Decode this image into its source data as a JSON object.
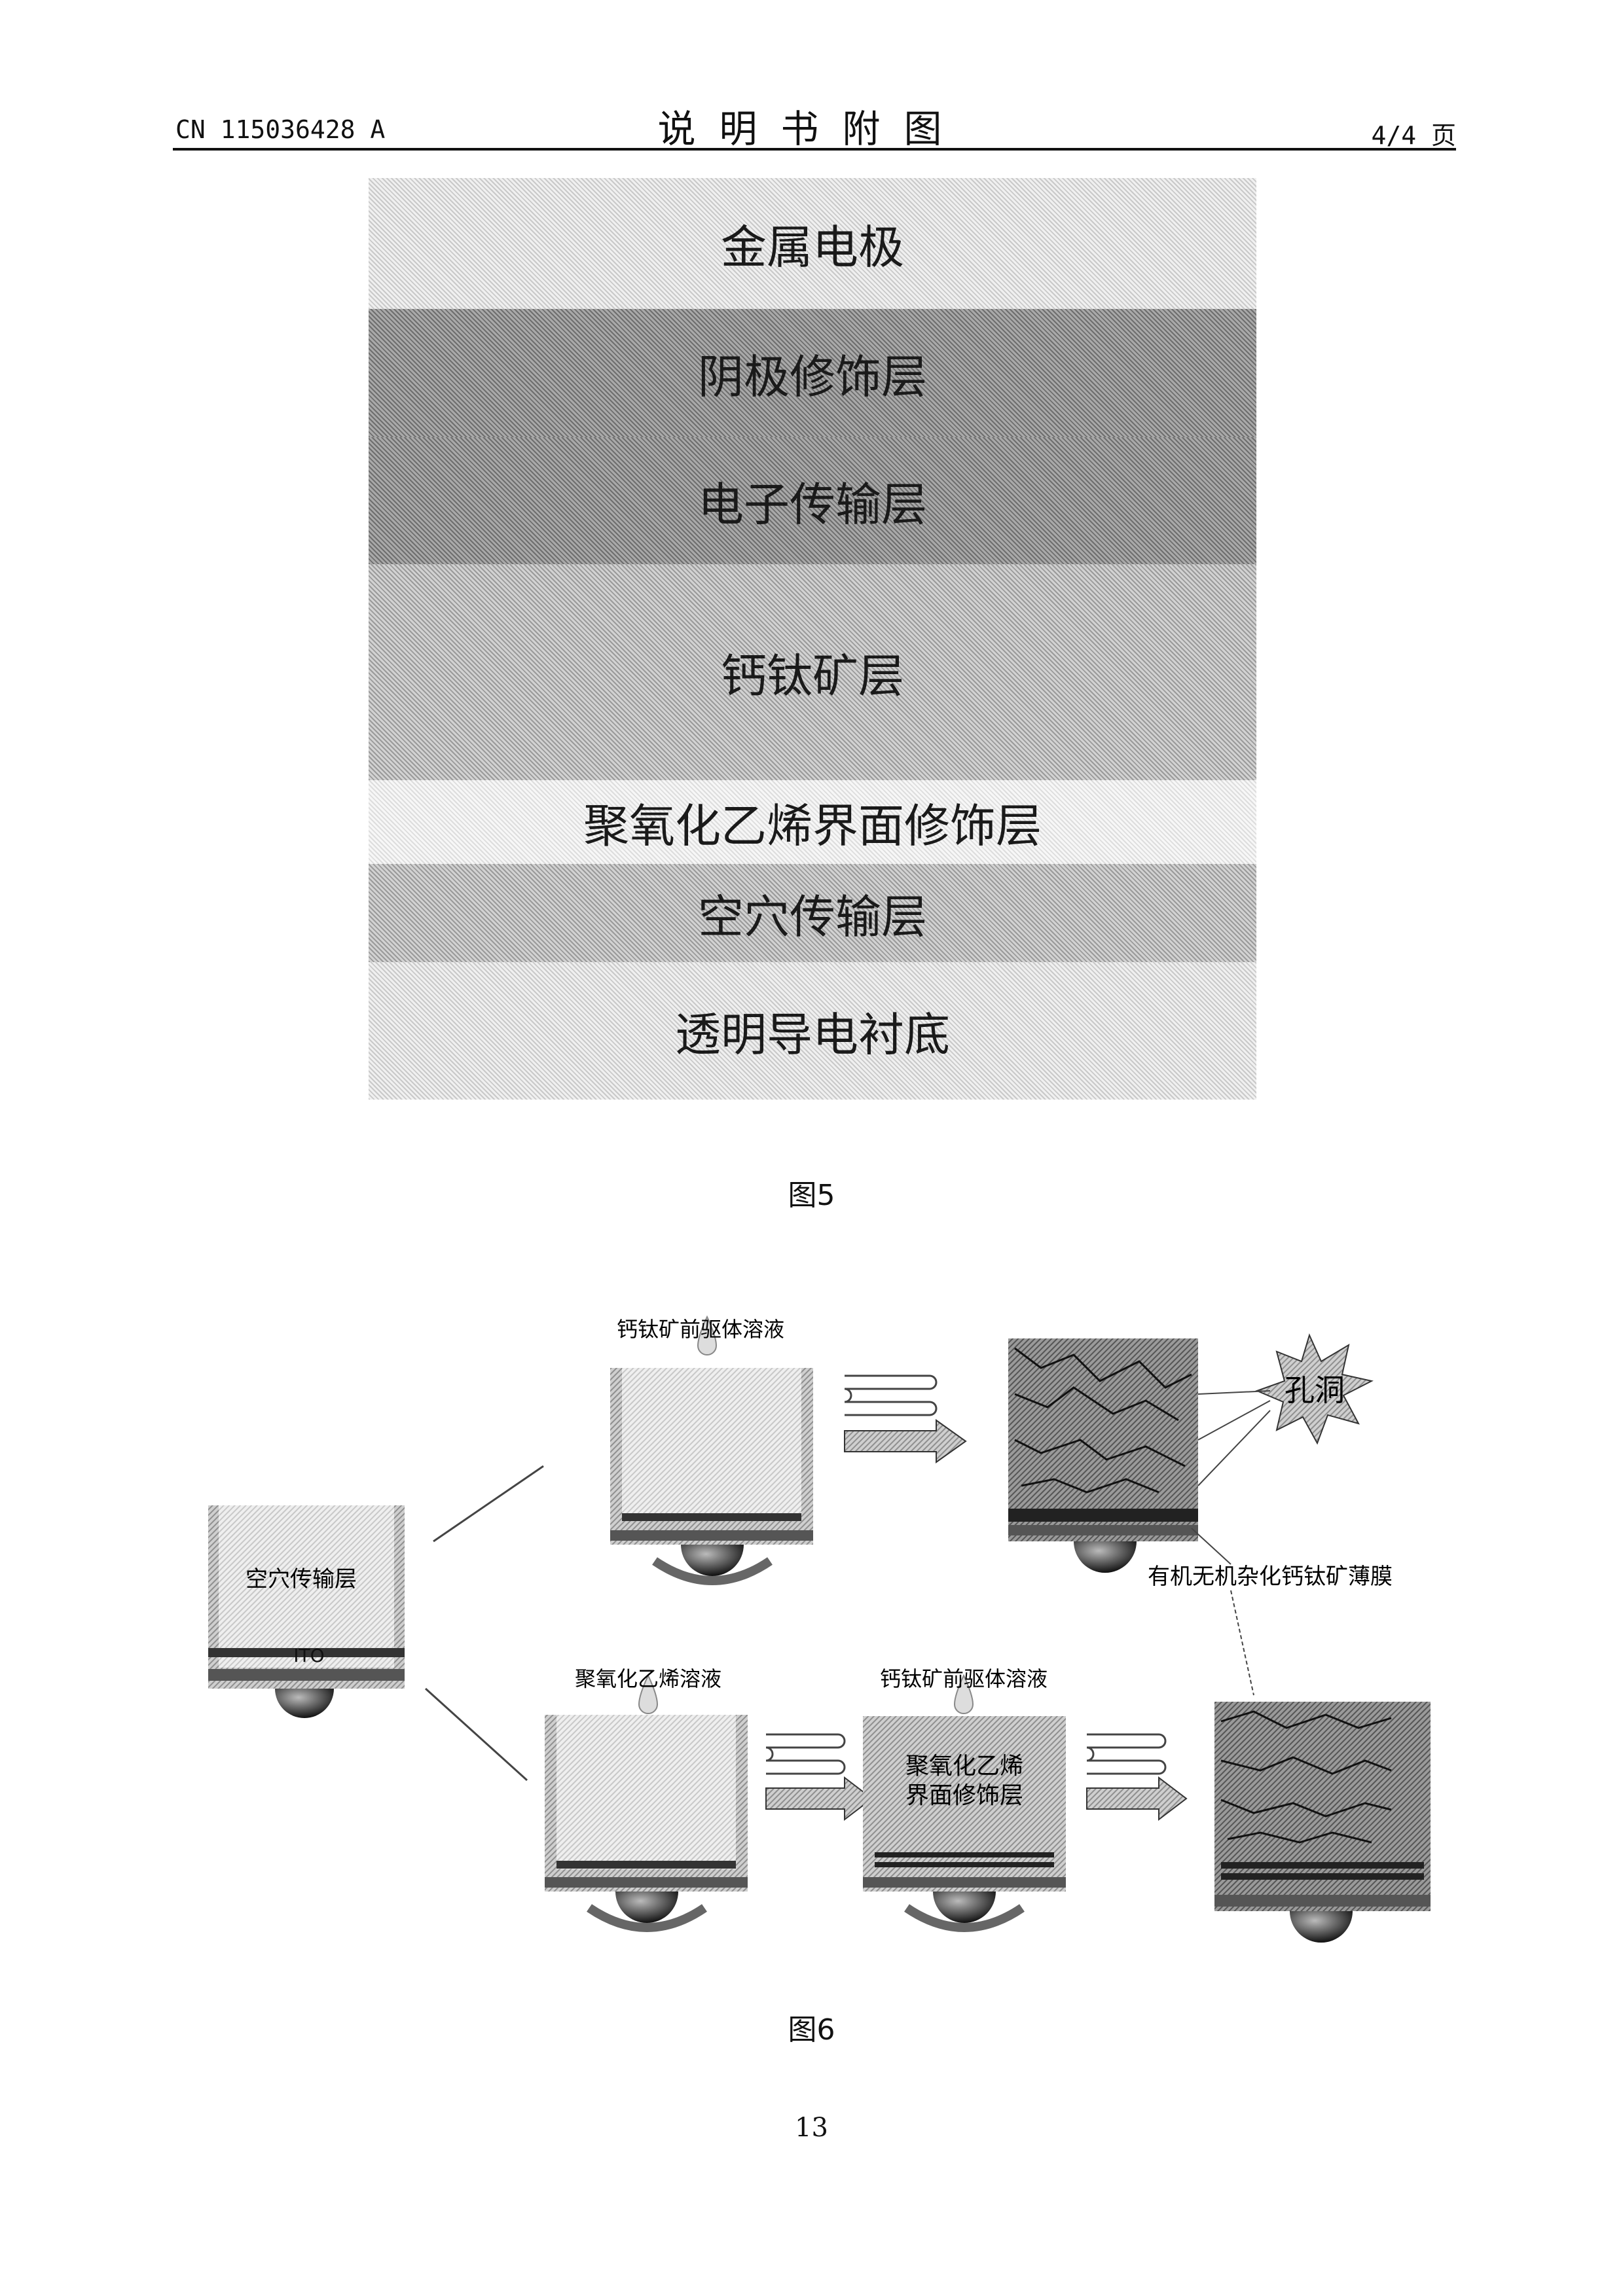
{
  "header": {
    "publication_number": "CN 115036428 A",
    "title": "说明书附图",
    "page_of": "4/4 页"
  },
  "figure5": {
    "layers": [
      "金属电极",
      "阴极修饰层",
      "电子传输层",
      "钙钛矿层",
      "聚氧化乙烯界面修饰层",
      "空穴传输层",
      "透明导电衬底"
    ],
    "caption": "图5"
  },
  "figure6": {
    "start_label": "空穴传输层",
    "ito_label": "ITO",
    "top_drop_label": "钙钛矿前驱体溶液",
    "holes_label": "孔洞",
    "film_label": "有机无机杂化钙钛矿薄膜",
    "peo_drop_label": "聚氧化乙烯溶液",
    "perov_drop_label2": "钙钛矿前驱体溶液",
    "peo_layer_label_line1": "聚氧化乙烯",
    "peo_layer_label_line2": "界面修饰层",
    "caption": "图6"
  },
  "footer": {
    "page_number": "13"
  }
}
